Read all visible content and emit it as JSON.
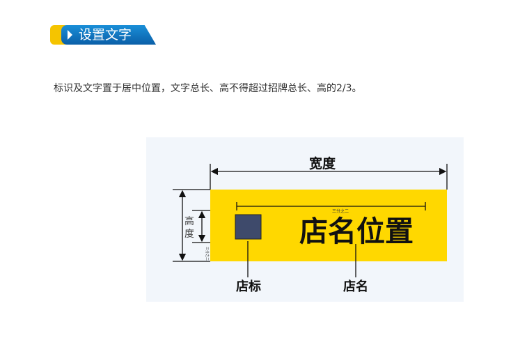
{
  "section": {
    "title": "设置文字"
  },
  "description": "标识及文字置于居中位置，文字总长、高不得超过招牌总长、高的2/3。",
  "diagram": {
    "width_label": "宽度",
    "height_label_1": "高",
    "height_label_2": "度",
    "two_thirds": "三分之二",
    "sign_text": "店名位置",
    "logo_label": "店标",
    "name_label": "店名",
    "colors": {
      "sign": "#ffd800",
      "logo": "#3e4a6b",
      "background": "#f2f6fb"
    }
  }
}
